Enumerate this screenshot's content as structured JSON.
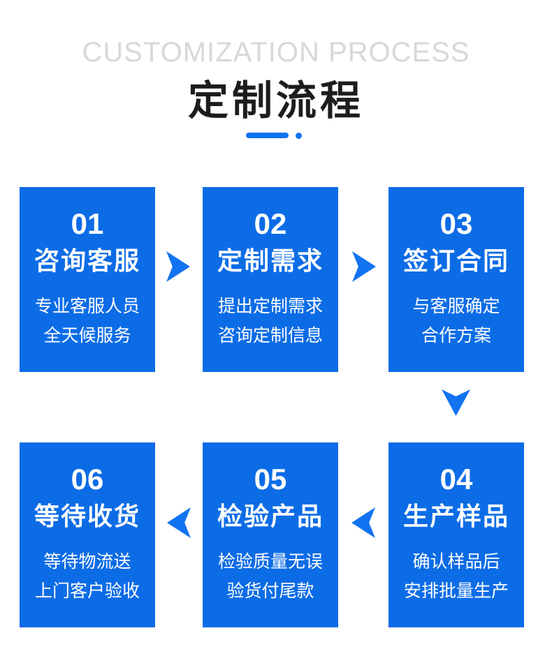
{
  "header": {
    "title_en": "CUSTOMIZATION PROCESS",
    "title_cn": "定制流程"
  },
  "colors": {
    "card_blue": "#0c6ce6",
    "arrow_blue": "#1273f0",
    "accent_blue": "#1273f0",
    "title_en_gray": "#d8d8d8",
    "title_cn_dark": "#1d1d1d",
    "card_text": "#ffffff",
    "background": "#ffffff"
  },
  "icons": {
    "divider": "line-and-dot",
    "flow_right": "notched-right-arrow",
    "flow_down": "notched-down-arrow",
    "flow_left": "notched-left-arrow"
  },
  "steps": [
    {
      "number": "01",
      "title": "咨询客服",
      "line1": "专业客服人员",
      "line2": "全天候服务"
    },
    {
      "number": "02",
      "title": "定制需求",
      "line1": "提出定制需求",
      "line2": "咨询定制信息"
    },
    {
      "number": "03",
      "title": "签订合同",
      "line1": "与客服确定",
      "line2": "合作方案"
    },
    {
      "number": "04",
      "title": "生产样品",
      "line1": "确认样品后",
      "line2": "安排批量生产"
    },
    {
      "number": "05",
      "title": "检验产品",
      "line1": "检验质量无误",
      "line2": "验货付尾款"
    },
    {
      "number": "06",
      "title": "等待收货",
      "line1": "等待物流送",
      "line2": "上门客户验收"
    }
  ]
}
